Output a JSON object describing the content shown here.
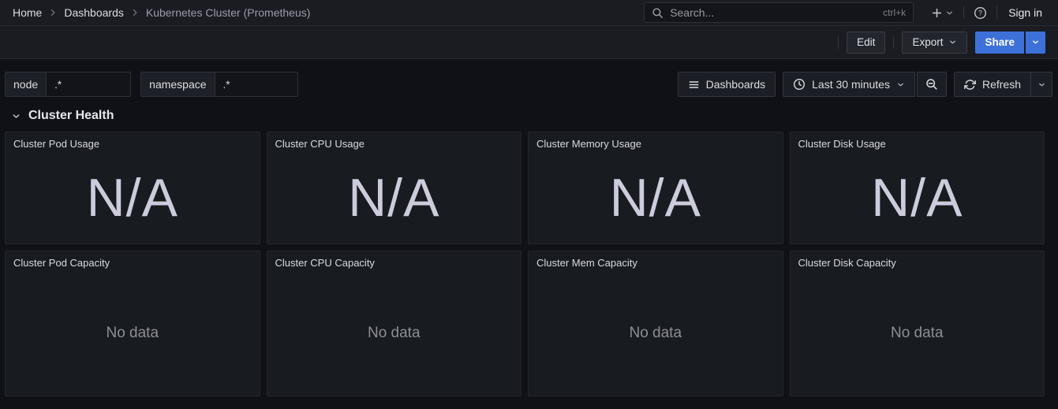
{
  "nav": {
    "breadcrumbs": [
      {
        "label": "Home"
      },
      {
        "label": "Dashboards"
      },
      {
        "label": "Kubernetes Cluster (Prometheus)"
      }
    ],
    "search_placeholder": "Search...",
    "search_shortcut": "ctrl+k",
    "sign_in_label": "Sign in"
  },
  "toolbar": {
    "edit_label": "Edit",
    "export_label": "Export",
    "share_label": "Share"
  },
  "controls": {
    "variables": [
      {
        "label": "node",
        "value": ".*"
      },
      {
        "label": "namespace",
        "value": ".*"
      }
    ],
    "dashboards_label": "Dashboards",
    "time_range_label": "Last 30 minutes",
    "refresh_label": "Refresh"
  },
  "section_title": "Cluster Health",
  "panels": {
    "usage": [
      {
        "title": "Cluster Pod Usage",
        "value": "N/A"
      },
      {
        "title": "Cluster CPU Usage",
        "value": "N/A"
      },
      {
        "title": "Cluster Memory Usage",
        "value": "N/A"
      },
      {
        "title": "Cluster Disk Usage",
        "value": "N/A"
      }
    ],
    "capacity": [
      {
        "title": "Cluster Pod Capacity",
        "value": "No data"
      },
      {
        "title": "Cluster CPU Capacity",
        "value": "No data"
      },
      {
        "title": "Cluster Mem Capacity",
        "value": "No data"
      },
      {
        "title": "Cluster Disk Capacity",
        "value": "No data"
      }
    ]
  },
  "colors": {
    "accent_blue": "#3d71d9",
    "page_bg": "#0f1116",
    "chrome_bg": "#1a1c22",
    "panel_bg": "#181b20",
    "text_primary": "#ccccdc",
    "text_secondary": "#8d8e97"
  }
}
